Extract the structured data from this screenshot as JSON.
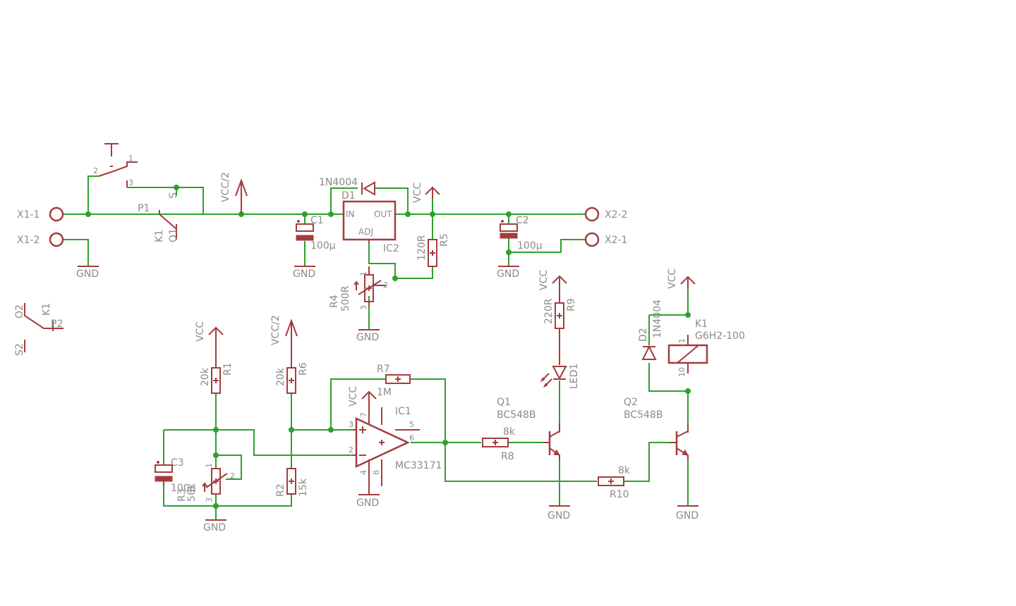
{
  "colors": {
    "symbol": "#a43c3c",
    "wire": "#2ea02e",
    "text": "#8b8b8b",
    "background": "#ffffff"
  },
  "connectors": {
    "x1_1": "X1-1",
    "x1_2": "X1-2",
    "x2_2": "X2-2",
    "x2_1": "X2-1"
  },
  "supplies": {
    "gnd": "GND",
    "vcc": "VCC",
    "vcc_half": "VCC/2"
  },
  "switch_s": {
    "name": "S",
    "pin1": "1",
    "pin2": "2",
    "pin3": "3"
  },
  "relay_contact_k1": {
    "name": "K1",
    "p1": "P1",
    "o1": "O1"
  },
  "relay_contact_legend": {
    "o2": "O2",
    "k1": "K1",
    "p2": "P2",
    "s2": "S2"
  },
  "d1": {
    "name": "D1",
    "value": "1N4004"
  },
  "c1": {
    "name": "C1",
    "value": "100µ"
  },
  "c2": {
    "name": "C2",
    "value": "100µ"
  },
  "c3": {
    "name": "C3",
    "value": "100µ"
  },
  "ic2": {
    "name": "IC2",
    "in": "IN",
    "out": "OUT",
    "adj": "ADJ"
  },
  "r5": {
    "name": "R5",
    "value": "120R"
  },
  "r4": {
    "name": "R4",
    "value": "500R",
    "pin1": "1",
    "pin2": "2",
    "pin3": "3"
  },
  "r9": {
    "name": "R9",
    "value": "220R"
  },
  "led1": {
    "name": "LED1"
  },
  "d2": {
    "name": "D2",
    "value": "1N4004"
  },
  "k1": {
    "name": "K1",
    "value": "G6H2-100",
    "pin1": "1",
    "pin10": "10"
  },
  "r1": {
    "name": "R1",
    "value": "20k"
  },
  "r6": {
    "name": "R6",
    "value": "20k"
  },
  "r7": {
    "name": "R7",
    "value": "1M"
  },
  "ic1": {
    "name": "IC1",
    "value": "MC33171",
    "pin2": "2",
    "pin3": "3",
    "pin4": "4",
    "pin5": "5",
    "pin6": "6",
    "pin7": "7",
    "pin8": "8"
  },
  "r3": {
    "name": "R3",
    "value": "50k",
    "pin1": "1",
    "pin2": "2",
    "pin3": "3"
  },
  "r2": {
    "name": "R2",
    "value": "15k"
  },
  "r8": {
    "name": "R8",
    "value": "8k"
  },
  "r10": {
    "name": "R10",
    "value": "8k"
  },
  "q1": {
    "name": "Q1",
    "value": "BC548B"
  },
  "q2": {
    "name": "Q2",
    "value": "BC548B"
  }
}
